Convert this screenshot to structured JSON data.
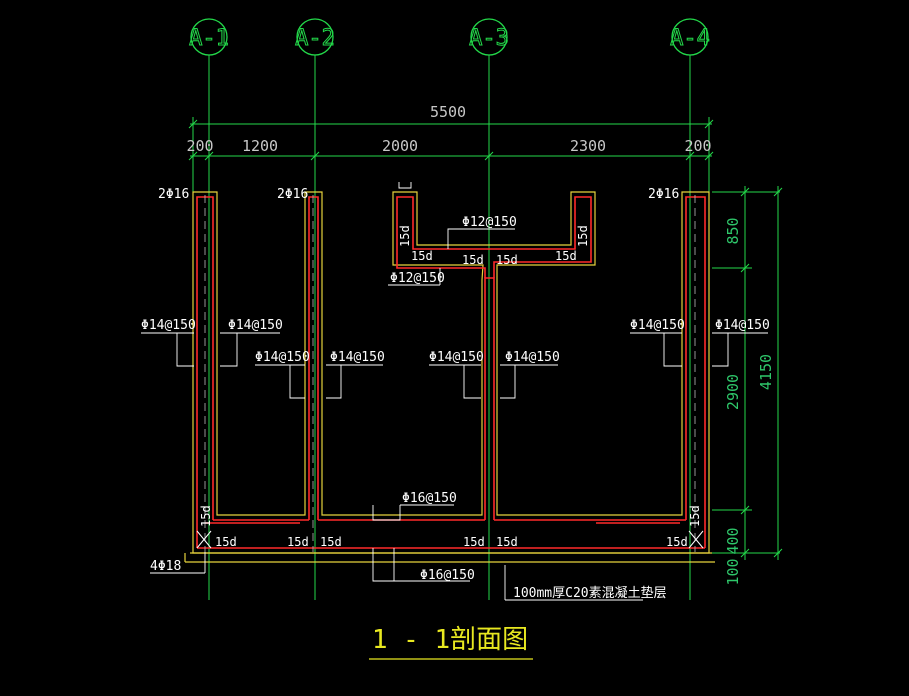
{
  "colors": {
    "background": "#000000",
    "axis": "#23d94a",
    "rebar": "#ff2a2a",
    "concrete": "#e6d23c",
    "label": "#ffffff",
    "title": "#e8e820"
  },
  "axes": [
    "A-1",
    "A-2",
    "A-3",
    "A-4"
  ],
  "dimensions": {
    "overall": "5500",
    "spans": [
      "200",
      "1200",
      "2000",
      "2300",
      "200"
    ],
    "right_segments": [
      "850",
      "2900",
      "100",
      "400"
    ],
    "right_total": "4150"
  },
  "rebar_labels": {
    "top_a1": "2Φ16",
    "top_a2": "2Φ16",
    "top_a4": "2Φ16",
    "slab_top": "Φ12@150",
    "slab_bottom": "Φ12@150",
    "wall_a1_out": "Φ14@150",
    "wall_a1_in": "Φ14@150",
    "wall_a2_left": "Φ14@150",
    "wall_a2_right": "Φ14@150",
    "wall_a3_left": "Φ14@150",
    "wall_a3_right": "Φ14@150",
    "wall_a4_in": "Φ14@150",
    "wall_a4_out": "Φ14@150",
    "base_top": "Φ16@150",
    "base_bottom": "Φ16@150",
    "base_corner": "4Φ18"
  },
  "anchor_label": "15d",
  "bedding_label": "100mm厚C20素混凝土垫层",
  "title": "1 - 1剖面图"
}
